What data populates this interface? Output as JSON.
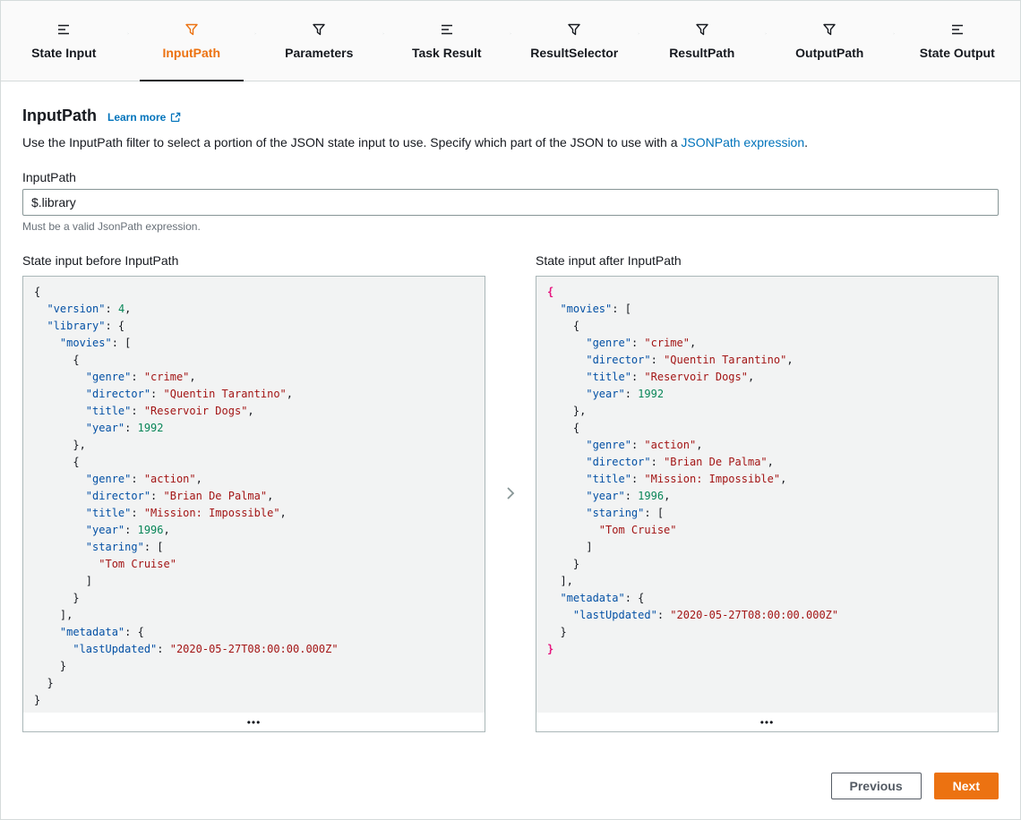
{
  "stepper": {
    "steps": [
      {
        "label": "State Input",
        "icon": "lines-icon",
        "active": false
      },
      {
        "label": "InputPath",
        "icon": "funnel-icon",
        "active": true
      },
      {
        "label": "Parameters",
        "icon": "funnel-icon",
        "active": false
      },
      {
        "label": "Task Result",
        "icon": "lines-icon",
        "active": false
      },
      {
        "label": "ResultSelector",
        "icon": "funnel-icon",
        "active": false
      },
      {
        "label": "ResultPath",
        "icon": "funnel-icon",
        "active": false
      },
      {
        "label": "OutputPath",
        "icon": "funnel-icon",
        "active": false
      },
      {
        "label": "State Output",
        "icon": "lines-icon",
        "active": false
      }
    ]
  },
  "section": {
    "title": "InputPath",
    "learn_more": "Learn more",
    "description_before": "Use the InputPath filter to select a portion of the JSON state input to use. Specify which part of the JSON to use with a ",
    "description_link": "JSONPath expression",
    "description_suffix": ".",
    "field_label": "InputPath",
    "field_value": "$.library",
    "field_help": "Must be a valid JsonPath expression."
  },
  "panels": {
    "expander_dots": "•••",
    "before": {
      "title": "State input before InputPath",
      "lines": [
        [
          [
            "p",
            "{"
          ]
        ],
        [
          [
            "p",
            "  "
          ],
          [
            "k",
            "\"version\""
          ],
          [
            "p",
            ": "
          ],
          [
            "n",
            "4"
          ],
          [
            "p",
            ","
          ]
        ],
        [
          [
            "p",
            "  "
          ],
          [
            "k",
            "\"library\""
          ],
          [
            "p",
            ": {"
          ]
        ],
        [
          [
            "p",
            "    "
          ],
          [
            "k",
            "\"movies\""
          ],
          [
            "p",
            ": ["
          ]
        ],
        [
          [
            "p",
            "      {"
          ]
        ],
        [
          [
            "p",
            "        "
          ],
          [
            "k",
            "\"genre\""
          ],
          [
            "p",
            ": "
          ],
          [
            "s",
            "\"crime\""
          ],
          [
            "p",
            ","
          ]
        ],
        [
          [
            "p",
            "        "
          ],
          [
            "k",
            "\"director\""
          ],
          [
            "p",
            ": "
          ],
          [
            "s",
            "\"Quentin Tarantino\""
          ],
          [
            "p",
            ","
          ]
        ],
        [
          [
            "p",
            "        "
          ],
          [
            "k",
            "\"title\""
          ],
          [
            "p",
            ": "
          ],
          [
            "s",
            "\"Reservoir Dogs\""
          ],
          [
            "p",
            ","
          ]
        ],
        [
          [
            "p",
            "        "
          ],
          [
            "k",
            "\"year\""
          ],
          [
            "p",
            ": "
          ],
          [
            "n",
            "1992"
          ]
        ],
        [
          [
            "p",
            "      },"
          ]
        ],
        [
          [
            "p",
            "      {"
          ]
        ],
        [
          [
            "p",
            "        "
          ],
          [
            "k",
            "\"genre\""
          ],
          [
            "p",
            ": "
          ],
          [
            "s",
            "\"action\""
          ],
          [
            "p",
            ","
          ]
        ],
        [
          [
            "p",
            "        "
          ],
          [
            "k",
            "\"director\""
          ],
          [
            "p",
            ": "
          ],
          [
            "s",
            "\"Brian De Palma\""
          ],
          [
            "p",
            ","
          ]
        ],
        [
          [
            "p",
            "        "
          ],
          [
            "k",
            "\"title\""
          ],
          [
            "p",
            ": "
          ],
          [
            "s",
            "\"Mission: Impossible\""
          ],
          [
            "p",
            ","
          ]
        ],
        [
          [
            "p",
            "        "
          ],
          [
            "k",
            "\"year\""
          ],
          [
            "p",
            ": "
          ],
          [
            "n",
            "1996"
          ],
          [
            "p",
            ","
          ]
        ],
        [
          [
            "p",
            "        "
          ],
          [
            "k",
            "\"staring\""
          ],
          [
            "p",
            ": ["
          ]
        ],
        [
          [
            "p",
            "          "
          ],
          [
            "s",
            "\"Tom Cruise\""
          ]
        ],
        [
          [
            "p",
            "        ]"
          ]
        ],
        [
          [
            "p",
            "      }"
          ]
        ],
        [
          [
            "p",
            "    ],"
          ]
        ],
        [
          [
            "p",
            "    "
          ],
          [
            "k",
            "\"metadata\""
          ],
          [
            "p",
            ": {"
          ]
        ],
        [
          [
            "p",
            "      "
          ],
          [
            "k",
            "\"lastUpdated\""
          ],
          [
            "p",
            ": "
          ],
          [
            "s",
            "\"2020-05-27T08:00:00.000Z\""
          ]
        ],
        [
          [
            "p",
            "    }"
          ]
        ],
        [
          [
            "p",
            "  }"
          ]
        ],
        [
          [
            "p",
            "}"
          ]
        ]
      ]
    },
    "after": {
      "title": "State input after InputPath",
      "lines": [
        [
          [
            "h",
            "{"
          ]
        ],
        [
          [
            "p",
            "  "
          ],
          [
            "k",
            "\"movies\""
          ],
          [
            "p",
            ": ["
          ]
        ],
        [
          [
            "p",
            "    {"
          ]
        ],
        [
          [
            "p",
            "      "
          ],
          [
            "k",
            "\"genre\""
          ],
          [
            "p",
            ": "
          ],
          [
            "s",
            "\"crime\""
          ],
          [
            "p",
            ","
          ]
        ],
        [
          [
            "p",
            "      "
          ],
          [
            "k",
            "\"director\""
          ],
          [
            "p",
            ": "
          ],
          [
            "s",
            "\"Quentin Tarantino\""
          ],
          [
            "p",
            ","
          ]
        ],
        [
          [
            "p",
            "      "
          ],
          [
            "k",
            "\"title\""
          ],
          [
            "p",
            ": "
          ],
          [
            "s",
            "\"Reservoir Dogs\""
          ],
          [
            "p",
            ","
          ]
        ],
        [
          [
            "p",
            "      "
          ],
          [
            "k",
            "\"year\""
          ],
          [
            "p",
            ": "
          ],
          [
            "n",
            "1992"
          ]
        ],
        [
          [
            "p",
            "    },"
          ]
        ],
        [
          [
            "p",
            "    {"
          ]
        ],
        [
          [
            "p",
            "      "
          ],
          [
            "k",
            "\"genre\""
          ],
          [
            "p",
            ": "
          ],
          [
            "s",
            "\"action\""
          ],
          [
            "p",
            ","
          ]
        ],
        [
          [
            "p",
            "      "
          ],
          [
            "k",
            "\"director\""
          ],
          [
            "p",
            ": "
          ],
          [
            "s",
            "\"Brian De Palma\""
          ],
          [
            "p",
            ","
          ]
        ],
        [
          [
            "p",
            "      "
          ],
          [
            "k",
            "\"title\""
          ],
          [
            "p",
            ": "
          ],
          [
            "s",
            "\"Mission: Impossible\""
          ],
          [
            "p",
            ","
          ]
        ],
        [
          [
            "p",
            "      "
          ],
          [
            "k",
            "\"year\""
          ],
          [
            "p",
            ": "
          ],
          [
            "n",
            "1996"
          ],
          [
            "p",
            ","
          ]
        ],
        [
          [
            "p",
            "      "
          ],
          [
            "k",
            "\"staring\""
          ],
          [
            "p",
            ": ["
          ]
        ],
        [
          [
            "p",
            "        "
          ],
          [
            "s",
            "\"Tom Cruise\""
          ]
        ],
        [
          [
            "p",
            "      ]"
          ]
        ],
        [
          [
            "p",
            "    }"
          ]
        ],
        [
          [
            "p",
            "  ],"
          ]
        ],
        [
          [
            "p",
            "  "
          ],
          [
            "k",
            "\"metadata\""
          ],
          [
            "p",
            ": {"
          ]
        ],
        [
          [
            "p",
            "    "
          ],
          [
            "k",
            "\"lastUpdated\""
          ],
          [
            "p",
            ": "
          ],
          [
            "s",
            "\"2020-05-27T08:00:00.000Z\""
          ]
        ],
        [
          [
            "p",
            "  }"
          ]
        ],
        [
          [
            "h",
            "}"
          ]
        ]
      ]
    }
  },
  "buttons": {
    "previous": "Previous",
    "next": "Next"
  },
  "colors": {
    "accent_orange": "#ec7211",
    "link_blue": "#0073bb",
    "active_tab_underline": "#16191f",
    "code_key": "#0451a5",
    "code_string": "#a31515",
    "code_number": "#098658",
    "code_highlight_pink": "#e6157e",
    "panel_background": "#f2f3f3"
  }
}
